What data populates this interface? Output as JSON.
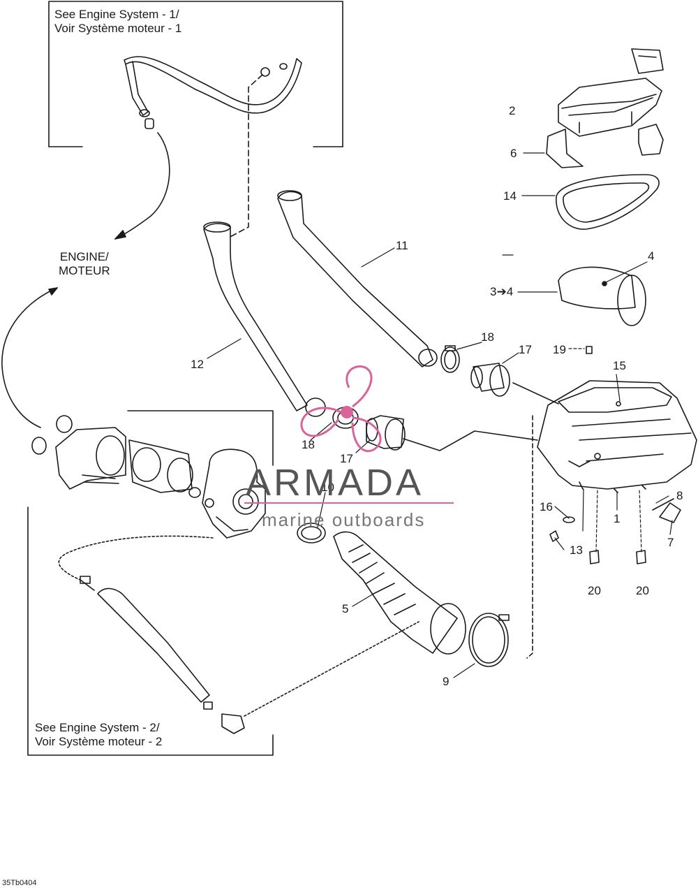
{
  "notes": {
    "engine_system_1": [
      "See Engine System - 1/",
      "Voir Système moteur - 1"
    ],
    "engine_system_2": [
      "See Engine System - 2/",
      "Voir Système moteur - 2"
    ],
    "engine": [
      "ENGINE/",
      "MOTEUR"
    ]
  },
  "part_labels": {
    "p1": "1",
    "p2": "2",
    "p34": "3➔4",
    "p4": "4",
    "p5": "5",
    "p6": "6",
    "p7": "7",
    "p8": "8",
    "p9": "9",
    "p10": "10",
    "p11": "11",
    "p12": "12",
    "p13": "13",
    "p14": "14",
    "p15": "15",
    "p16": "16",
    "p17a": "17",
    "p17b": "17",
    "p18a": "18",
    "p18b": "18",
    "p19": "19",
    "p20a": "20",
    "p20b": "20"
  },
  "watermark": {
    "title": "ARMADA",
    "subtitle": "marine outboards",
    "accent_color": "#d9649a"
  },
  "diagram_code": "35Tb0404"
}
